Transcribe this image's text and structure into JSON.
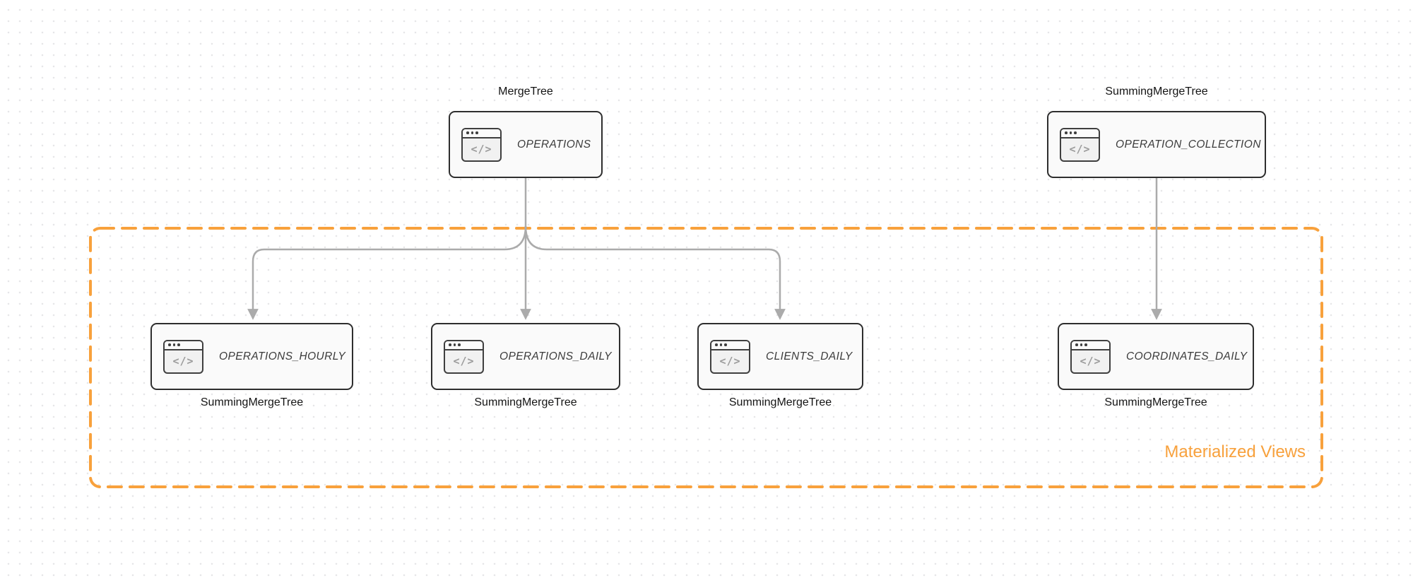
{
  "diagram": {
    "group": {
      "label": "Materialized Views"
    },
    "colors": {
      "accent_orange": "#f8a13c",
      "arrow_gray": "#ababab",
      "node_border": "#2e2e2e",
      "node_fill": "#fafafa"
    },
    "icons": {
      "code_glyph": "</>"
    },
    "nodes": [
      {
        "id": "operations",
        "title": "OPERATIONS",
        "engine": "MergeTree",
        "engine_position": "above"
      },
      {
        "id": "operation_collection",
        "title": "OPERATION_COLLECTION",
        "engine": "SummingMergeTree",
        "engine_position": "above"
      },
      {
        "id": "operations_hourly",
        "title": "OPERATIONS_HOURLY",
        "engine": "SummingMergeTree",
        "engine_position": "below"
      },
      {
        "id": "operations_daily",
        "title": "OPERATIONS_DAILY",
        "engine": "SummingMergeTree",
        "engine_position": "below"
      },
      {
        "id": "clients_daily",
        "title": "CLIENTS_DAILY",
        "engine": "SummingMergeTree",
        "engine_position": "below"
      },
      {
        "id": "coordinates_daily",
        "title": "COORDINATES_DAILY",
        "engine": "SummingMergeTree",
        "engine_position": "below"
      }
    ],
    "edges": [
      {
        "from": "OPERATIONS",
        "to": "OPERATIONS_HOURLY"
      },
      {
        "from": "OPERATIONS",
        "to": "OPERATIONS_DAILY"
      },
      {
        "from": "OPERATIONS",
        "to": "CLIENTS_DAILY"
      },
      {
        "from": "OPERATION_COLLECTION",
        "to": "COORDINATES_DAILY"
      }
    ]
  }
}
